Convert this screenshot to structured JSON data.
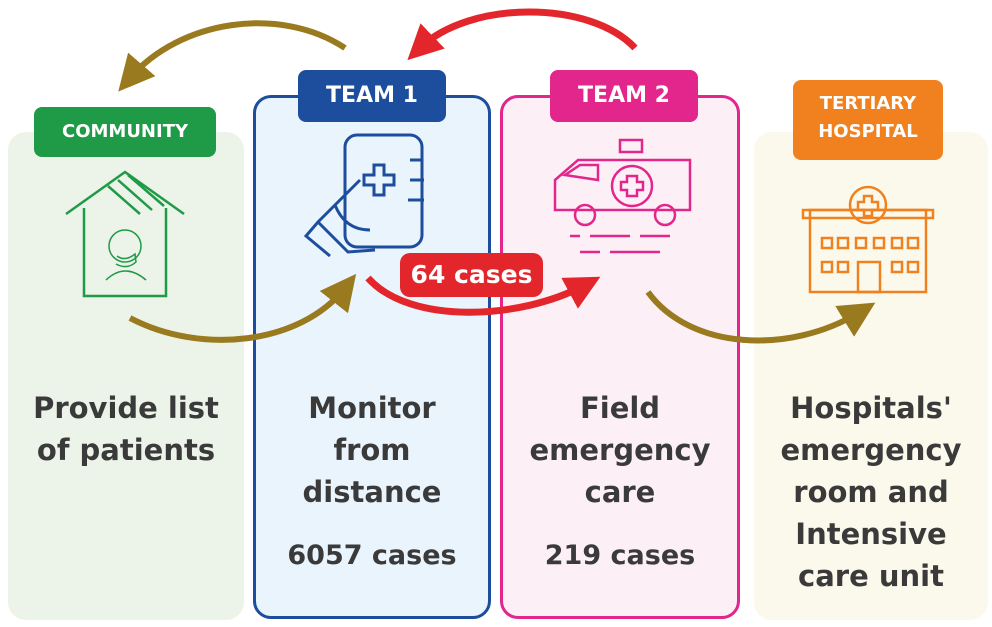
{
  "columns": {
    "community": {
      "tag": "COMMUNITY",
      "label_lines": [
        "Provide list",
        "of patients"
      ]
    },
    "team1": {
      "tag": "TEAM 1",
      "label_lines": [
        "Monitor",
        "from",
        "distance"
      ],
      "cases": "6057 cases"
    },
    "team2": {
      "tag": "TEAM 2",
      "label_lines": [
        "Field",
        "emergency",
        "care"
      ],
      "cases": "219 cases"
    },
    "tertiary": {
      "tag_lines": [
        "TERTIARY",
        "HOSPITAL"
      ],
      "label_lines": [
        "Hospitals'",
        "emergency",
        "room and",
        "Intensive",
        "care unit"
      ]
    }
  },
  "transfer_badge": "64 cases",
  "icons": [
    "house-with-masked-person-icon",
    "hand-holding-phone-icon",
    "ambulance-icon",
    "hospital-building-icon"
  ],
  "colors": {
    "community": "#1f9a46",
    "team1": "#1d4e9e",
    "team2": "#e2268c",
    "tertiary": "#f0811e",
    "flow_arrow": "#9a7a1e",
    "transfer_arrow": "#e3262b"
  }
}
